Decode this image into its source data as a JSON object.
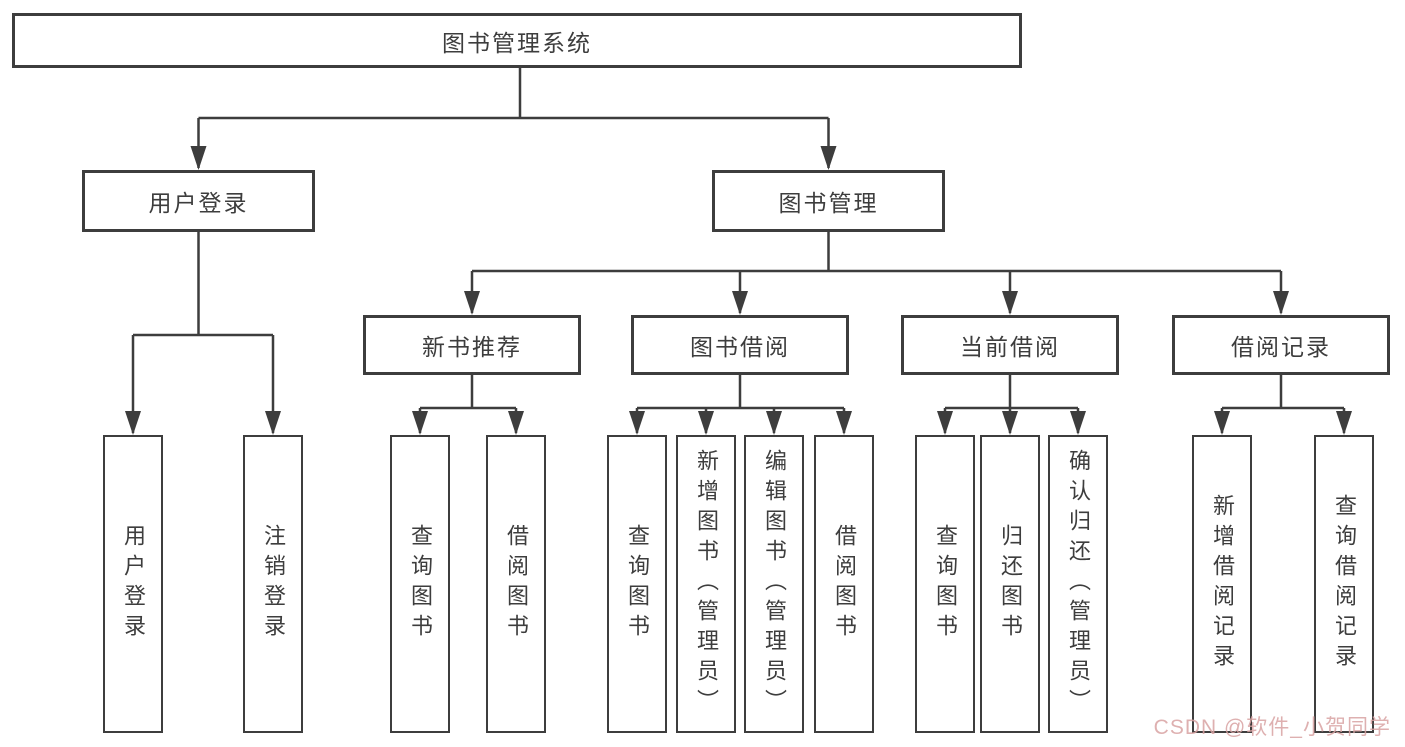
{
  "colors": {
    "background": "#ffffff",
    "line": "#3d3d3d",
    "text": "#3d3d3d",
    "watermark": "#d9a3a3"
  },
  "watermark": {
    "text": "CSDN @软件_小贺同学"
  },
  "tree": {
    "root": {
      "label": "图书管理系统"
    },
    "branches": [
      {
        "label": "用户登录",
        "children": [
          {
            "label": "用户登录"
          },
          {
            "label": "注销登录"
          }
        ]
      },
      {
        "label": "图书管理",
        "groups": [
          {
            "label": "新书推荐",
            "children": [
              {
                "label": "查询图书"
              },
              {
                "label": "借阅图书"
              }
            ]
          },
          {
            "label": "图书借阅",
            "children": [
              {
                "label": "查询图书"
              },
              {
                "label": "新增图书（管理员）"
              },
              {
                "label": "编辑图书（管理员）"
              },
              {
                "label": "借阅图书"
              }
            ]
          },
          {
            "label": "当前借阅",
            "children": [
              {
                "label": "查询图书"
              },
              {
                "label": "归还图书"
              },
              {
                "label": "确认归还（管理员）"
              }
            ]
          },
          {
            "label": "借阅记录",
            "children": [
              {
                "label": "新增借阅记录"
              },
              {
                "label": "查询借阅记录"
              }
            ]
          }
        ]
      }
    ]
  }
}
